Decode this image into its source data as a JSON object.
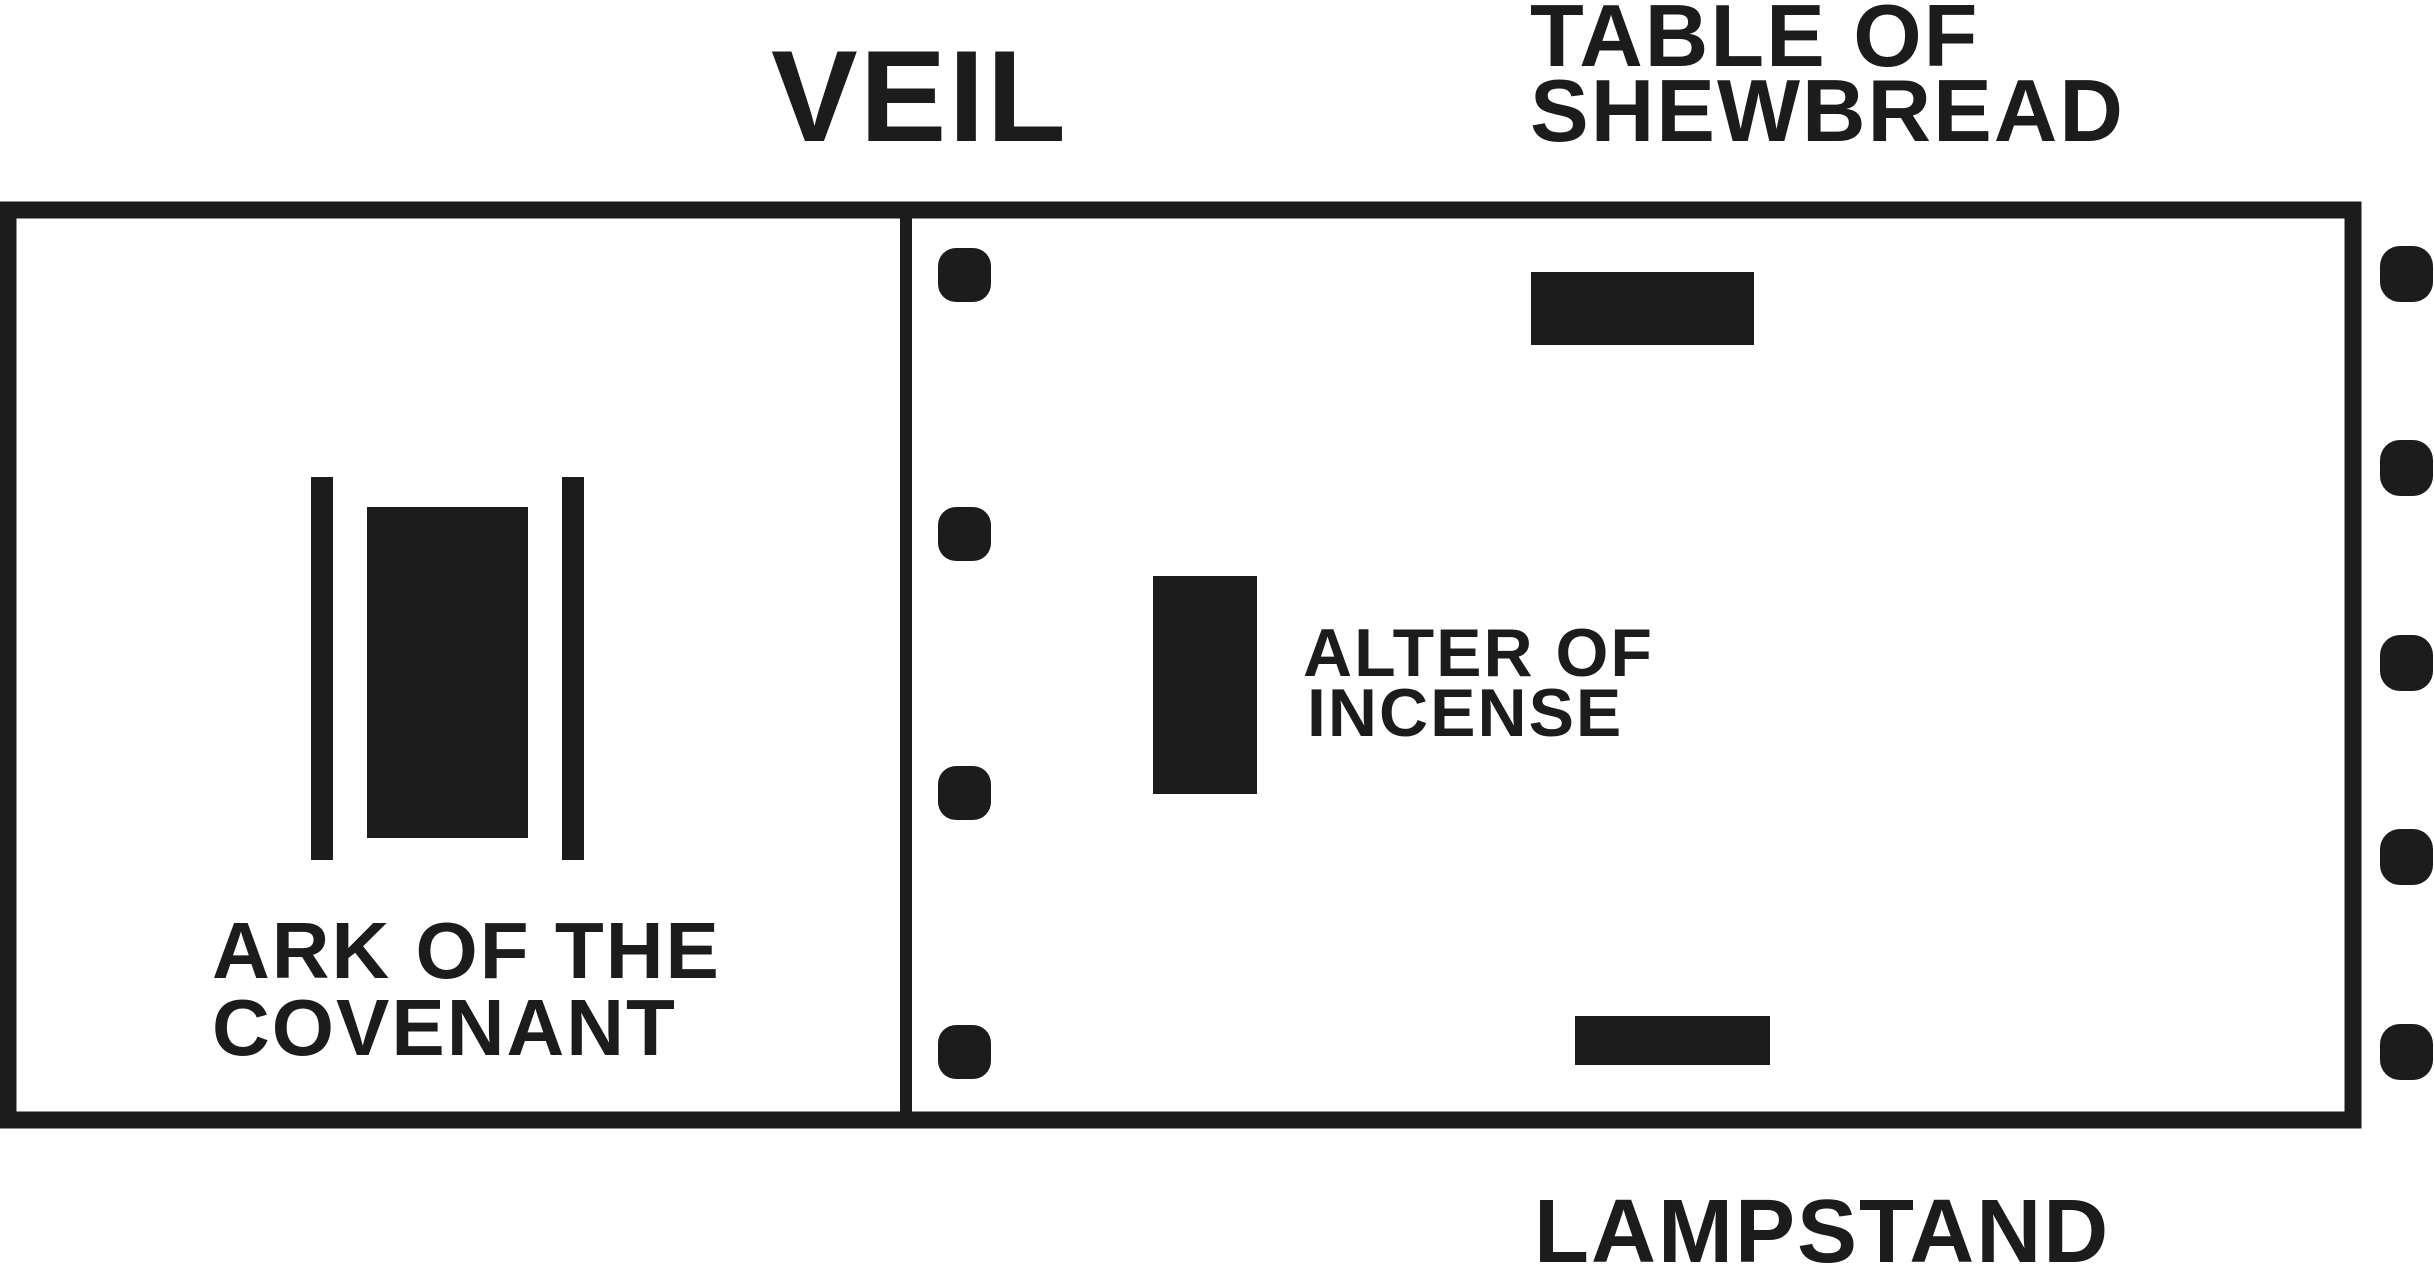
{
  "labels": {
    "veil": "VEIL",
    "table_line1": "TABLE OF",
    "table_line2": "SHEWBREAD",
    "alter_line1": "ALTER OF",
    "alter_line2": "INCENSE",
    "ark_line1": "ARK OF THE",
    "ark_line2": "COVENANT",
    "lampstand": "LAMPSTAND"
  },
  "colors": {
    "ink": "#1c1c1c",
    "background": "#ffffff"
  }
}
